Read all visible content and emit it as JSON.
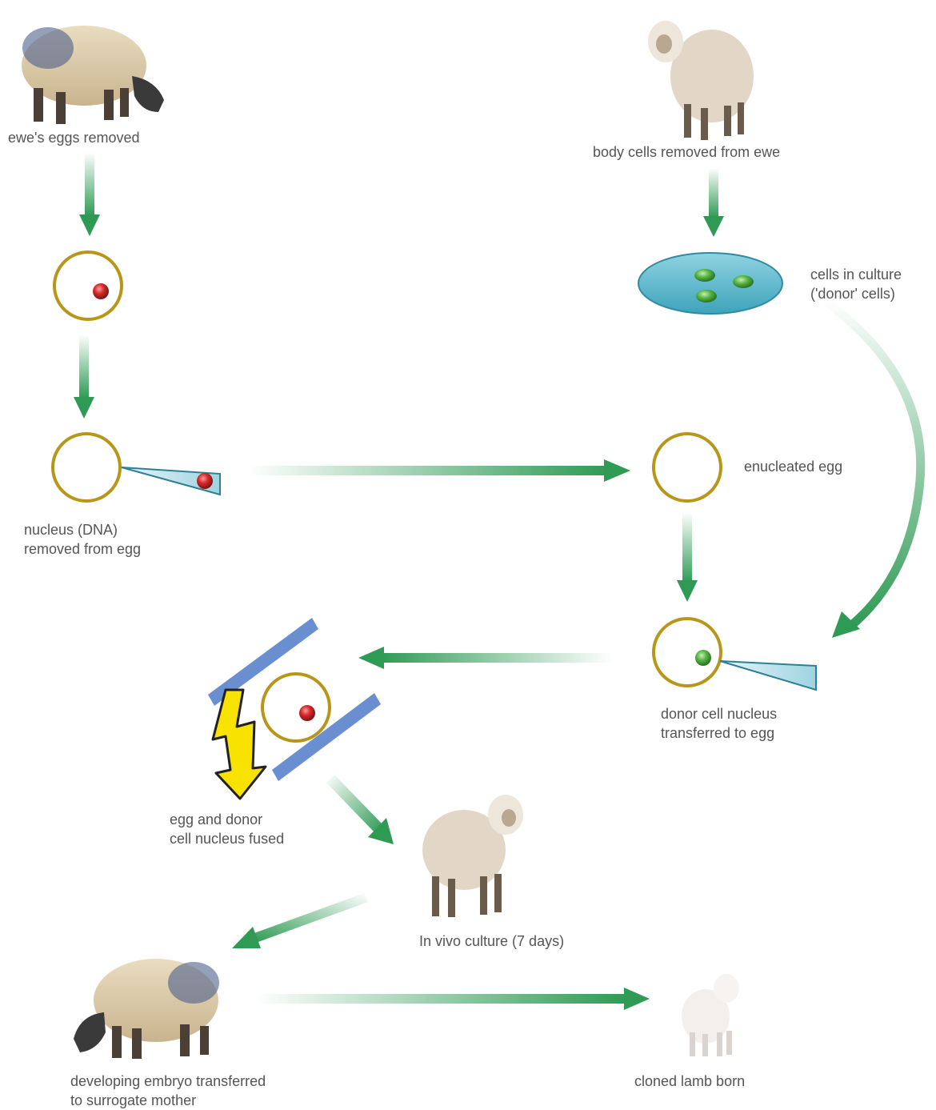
{
  "labels": {
    "ewe_eggs": "ewe's eggs removed",
    "body_cells": "body cells removed from ewe",
    "culture": "cells in culture\n('donor' cells)",
    "nucleus_removed": "nucleus (DNA)\nremoved from egg",
    "enucleated": "enucleated egg",
    "donor_transferred": "donor cell nucleus\ntransferred to egg",
    "fused": "egg and donor\ncell nucleus fused",
    "in_vivo": "In vivo culture (7 days)",
    "embryo_transfer": "developing embryo transferred\nto surrogate mother",
    "lamb_born": "cloned lamb born"
  },
  "colors": {
    "arrow": "#2e9a54",
    "egg_ring": "#b8961a",
    "red_nucleus": "#d42a2a",
    "green_nucleus": "#5ab648",
    "dish": "#4fb3c9",
    "pipette": "#bfe3ec",
    "electrode": "#6a8fd0",
    "bolt": "#f7e200",
    "label_text": "#555555"
  }
}
